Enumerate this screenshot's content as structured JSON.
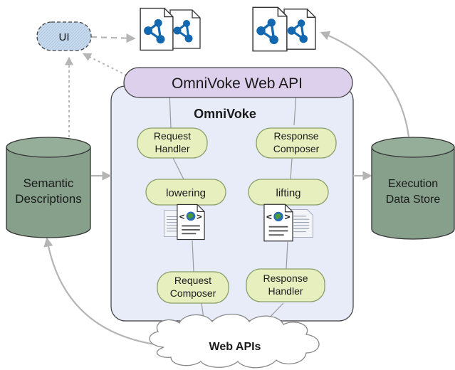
{
  "ui_label": "UI",
  "api_bar_label": "OmniVoke Web API",
  "core_title": "OmniVoke",
  "components": {
    "request_handler": [
      "Request",
      "Handler"
    ],
    "response_composer": [
      "Response",
      "Composer"
    ],
    "lowering": "lowering",
    "lifting": "lifting",
    "request_composer": [
      "Request",
      "Composer"
    ],
    "response_handler": [
      "Response",
      "Handler"
    ]
  },
  "semantic_descriptions": [
    "Semantic",
    "Descriptions"
  ],
  "execution_data_store": [
    "Execution",
    "Data Store"
  ],
  "web_apis_label": "Web APIs",
  "colors": {
    "api_bar": "#ddd0ec",
    "core_box": "#e7ecf8",
    "component": "#e8efbf",
    "component_border": "#8aa06a",
    "datastore": "#86a08c",
    "datastore_top": "#94ae9a",
    "ui_fill": "#c9dbee",
    "arrow": "#b5b5b5",
    "node_blue": "#1468b0"
  },
  "icons": {
    "doc_graph": "linked-data-document-icon",
    "xml_globe": "xml-web-document-icon"
  }
}
